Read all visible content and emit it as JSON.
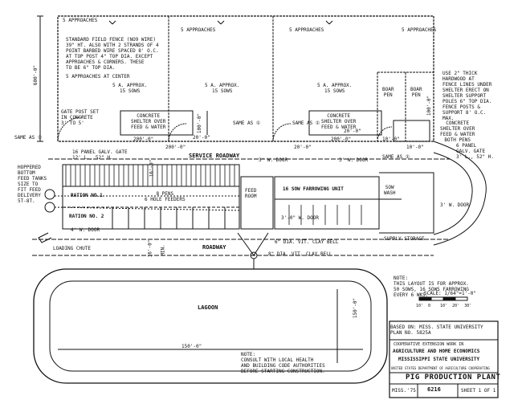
{
  "notes": {
    "approaches_1": "5 APPROACHES",
    "approaches_2": "5 APPROACHES",
    "approaches_3": "5 APPROACHES",
    "approaches_4": "5 APPROACHES",
    "fence_note": "STANDARD FIELD FENCE (NO9 WIRE)\n39\" HT. ALSO WITH 2 STRANDS OF 4\nPOINT BARBED WIRE SPACED 8' O.C.\nAT TOP POST 4\" TOP DIA. EXCEPT\nAPPROACHES & CORNERS. THESE\nTO BE 6\" TOP DIA.",
    "approaches_center": "5 APPROACHES AT CENTER",
    "hardwood_note": "USE 2\" THICK\nHARDWOOD AT\nFENCE LINES UNDER\nSHELTER ERECT ON\nSHELTER SUPPORT\nPOLES 6\" TOP DIA.\nFENCE POSTS &\nSUPPORT 8' O.C.\nMAX.",
    "gate_post": "GATE POST SET\nIN CONCRETE\n3' TO 5'",
    "lot1": "5 A. APPROX.\n15 SOWS",
    "lot2": "5 A. APPROX.\n15 SOWS",
    "lot3": "5 A. APPROX.\n15 SOWS",
    "boar_pen_1": "BOAR\nPEN",
    "boar_pen_2": "BOAR\nPEN",
    "shelter1": "CONCRETE\nSHELTER OVER\nFEED & WATER",
    "shelter2": "CONCRETE\nSHELTER OVER\nFEED & WATER",
    "shelter3": "CONCRETE\nSHELTER OVER\nFEED & WATER\nBOTH PENS",
    "same_as_1": "SAME AS ①",
    "same_as_2": "SAME AS ①",
    "same_as_3": "SAME AS ①",
    "same_as_4": "SAME AS ①",
    "gate16": "16 PANEL GALV. GATE\n12' L., 52\" H.",
    "gate6": "6 PANEL\nGALV. GATE\n3' L., 52\" H.",
    "service_roadway": "SERVICE ROADWAY",
    "roadway": "ROADWAY",
    "hoppered": "HOPPERED\nBOTTOM\nFEED TANKS\nSIZE TO\nFIT FEED\nDELIVERY\n5T-8T.",
    "ration1": "RATION NO.1",
    "ration2": "RATION NO. 2",
    "pens_note": "8 PENS\n6 HOLE FEEDERS",
    "feed_room": "FEED\nROOM",
    "farrowing": "16 SOW FARROWING UNIT",
    "sow_wash": "SOW\nWASH",
    "door_w1": "4' W. DOOR",
    "door_w2": "3' W. DOOR",
    "door_w3": "3' W. DOOR",
    "door_w4": "3' W. DOOR",
    "door_w5": "3'-0\" W. DOOR",
    "supply_storage": "SUPPLY STORAGE",
    "loading_chute": "LOADING CHUTE",
    "clay_bell_1": "6\" DIA. VIT. CLAY BELL",
    "clay_bell_2": "8\" DIA. VIT. CLAY BELL",
    "lagoon": "LAGOON",
    "note_layout": "NOTE:\nTHIS LAYOUT IS FOR APPROX.\n50 SOWS, 16 SOWS FARROWING\nEVERY 6 WKS.",
    "scale": "SCALE: 1/64\"=1'-0\"",
    "based_on": "BASED ON: MISS. STATE UNIVERSITY\nPLAN NO. 5825A",
    "note_consult": "NOTE:\nCONSULT WITH LOCAL HEALTH\nAND BUILDING CODE AUTHORITIES\nBEFORE STARTING CONSTRUCTION.",
    "coop": "COOPERATIVE EXTENSION WORK IN",
    "agri": "AGRICULTURE AND HOME ECONOMICS",
    "msu": "MISSISSIPPI STATE UNIVERSITY",
    "usda": "UNITED STATES DEPARTMENT OF AGRICULTURE COOPERATING",
    "title": "PIG PRODUCTION PLANT",
    "miss": "MISS.",
    "year": "'75",
    "plan_no": "6216",
    "sheet": "SHEET 1 OF 1",
    "dim_600": "600'-0\"",
    "dim_100a": "100'-0\"",
    "dim_100b": "100'-0\"",
    "dim_16": "16'-0\"",
    "dim_16b": "16'-0\"",
    "dim_min": "MIN.",
    "dim_200a": "200'-0\"",
    "dim_200b": "200'-0\"",
    "dim_200c": "200'-0\"",
    "dim_20a": "20'-0\"",
    "dim_20b": "20'-0\"",
    "dim_20c": "20'-0\"",
    "dim_10a": "10'-0\"",
    "dim_10b": "10'-0\"",
    "dim_150h": "150'-0\"",
    "dim_150v": "150'-0\"",
    "scale_marks": "10'  0    10'  20'  30'"
  }
}
